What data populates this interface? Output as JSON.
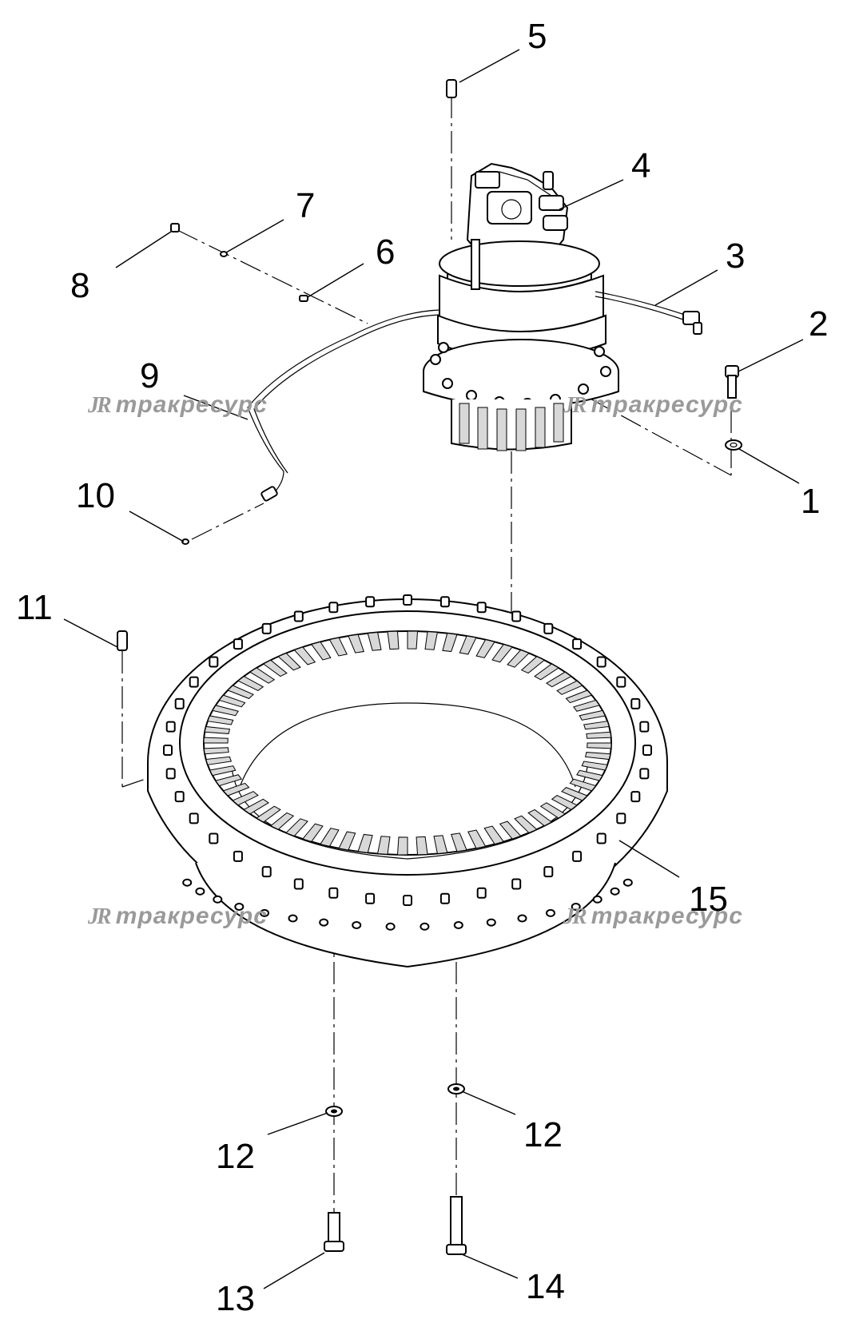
{
  "callouts": [
    "1",
    "2",
    "3",
    "4",
    "5",
    "6",
    "7",
    "8",
    "9",
    "10",
    "11",
    "12",
    "12",
    "13",
    "14",
    "15"
  ],
  "watermark": {
    "logo": "JR",
    "text": "тракресурс"
  }
}
